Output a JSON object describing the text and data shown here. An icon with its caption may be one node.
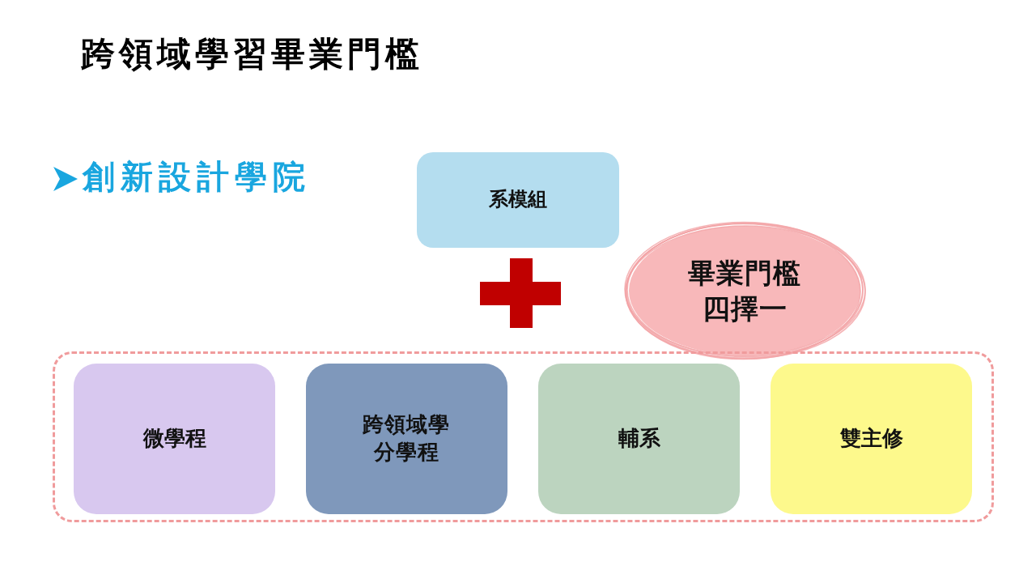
{
  "diagram": {
    "title": "跨領域學習畢業門檻",
    "nodes": [
      {
        "text": [
          "系模組"
        ]
      },
      {
        "text": [
          "畢業門檻四擇一"
        ]
      },
      {
        "text": [],
        "shape": "box"
      },
      {
        "text": [
          "微學程"
        ],
        "in": 2
      },
      {
        "text": [
          "跨領域學分學程"
        ],
        "in": 2
      },
      {
        "text": [
          "輔系"
        ],
        "in": 2
      },
      {
        "text": [
          "雙主修"
        ],
        "in": 2
      }
    ],
    "labels": [
      "創新設計學院"
    ]
  }
}
